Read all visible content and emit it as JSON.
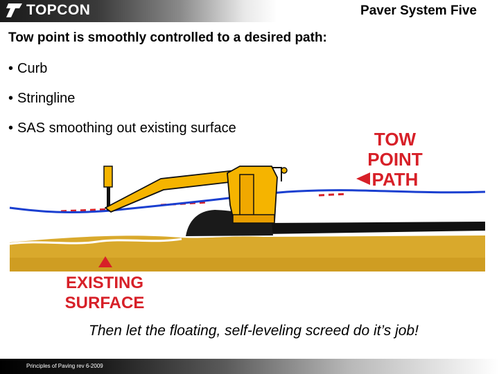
{
  "header": {
    "logo_text": "TOPCON",
    "title": "Paver System Five"
  },
  "slide": {
    "heading": "Tow point is smoothly controlled to a desired path:",
    "bullets": [
      {
        "marker": "•",
        "text": "Curb"
      },
      {
        "marker": "•",
        "text": "Stringline"
      },
      {
        "marker": "•",
        "text": "SAS smoothing out existing surface"
      }
    ]
  },
  "illustration": {
    "tow_point_label": [
      "TOW",
      "POINT",
      "PATH"
    ],
    "existing_surface_label": [
      "EXISTING",
      "SURFACE"
    ],
    "colors": {
      "machine": "#f5b400",
      "path_line": "#1a3fd0",
      "ground": "#d9a92c",
      "label": "#d72028",
      "asphalt": "#111111"
    }
  },
  "closing_line": "Then let the floating, self-leveling screed do it’s job!",
  "footer": {
    "text": "Principles of Paving rev 6-2009"
  }
}
